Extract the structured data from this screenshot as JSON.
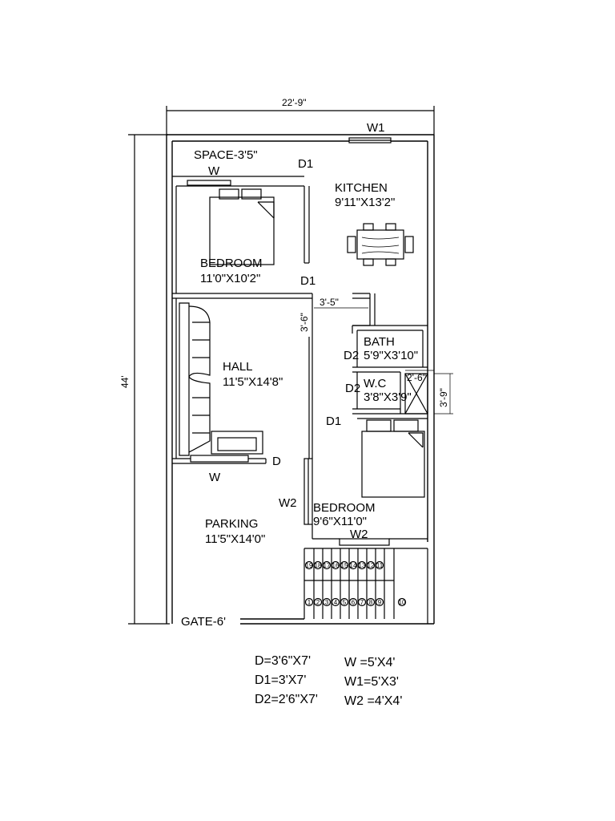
{
  "dimensions": {
    "width": "22'-9\"",
    "depth": "44'",
    "passage_width": "3'-5\"",
    "passage_height": "3'-6\"",
    "duct_width": "2'-6\"",
    "duct_height": "3'-9\""
  },
  "rooms": {
    "space": "SPACE-3'5\"",
    "kitchen": {
      "name": "KITCHEN",
      "size": "9'11\"X13'2\""
    },
    "bedroom1": {
      "name": "BEDROOM",
      "size": "11'0\"X10'2\""
    },
    "hall": {
      "name": "HALL",
      "size": "11'5\"X14'8\""
    },
    "bath": {
      "name": "BATH",
      "size": "5'9\"X3'10\""
    },
    "wc": {
      "name": "W.C",
      "size": "3'8\"X3'9\""
    },
    "bedroom2": {
      "name": "BEDROOM",
      "size": "9'6\"X11'0\""
    },
    "parking": {
      "name": "PARKING",
      "size": "11'5\"X14'0\""
    },
    "gate": "GATE-6'"
  },
  "openings": {
    "w1_top": "W1",
    "w_bedroom": "W",
    "d1_kitchen": "D1",
    "d1_bedroom": "D1",
    "d2_bath": "D2",
    "d2_wc": "D2",
    "d1_bedroom2": "D1",
    "d_hall": "D",
    "w_hall": "W",
    "w2_side": "W2",
    "w2_bottom": "W2"
  },
  "stairs": {
    "upper": [
      "19",
      "18",
      "17",
      "16",
      "15",
      "14",
      "13",
      "12",
      "11"
    ],
    "lower": [
      "1",
      "2",
      "3",
      "4",
      "5",
      "6",
      "7",
      "8",
      "9",
      "10"
    ]
  },
  "legend": {
    "doors": [
      "D=3'6\"X7'",
      "D1=3'X7'",
      "D2=2'6\"X7'"
    ],
    "windows": [
      "W =5'X4'",
      "W1=5'X3'",
      "W2 =4'X4'"
    ]
  }
}
